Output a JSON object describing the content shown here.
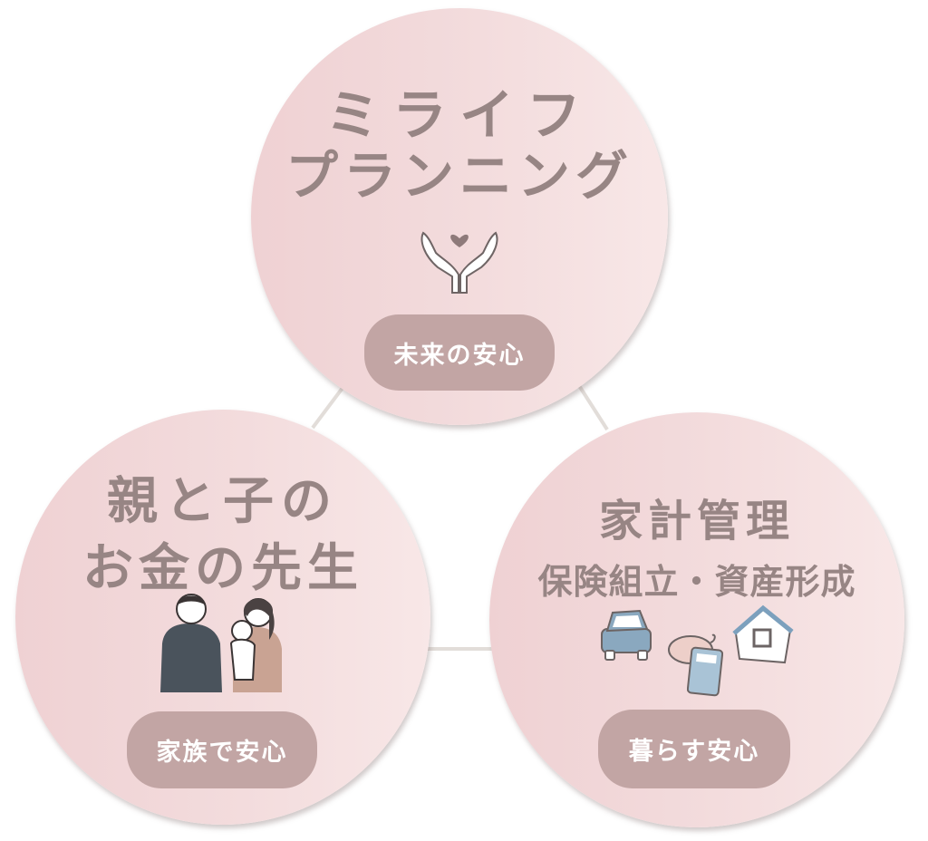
{
  "circles": {
    "top": {
      "title_line1": "ミライフ",
      "title_line2": "プランニング",
      "badge": "未来の安心",
      "icon": "hands-heart-icon"
    },
    "left": {
      "title_line1": "親と子の",
      "title_line2": "お金の先生",
      "badge": "家族で安心",
      "icon": "family-icon"
    },
    "right": {
      "title_line1": "家計管理",
      "title_line2": "保険組立・資産形成",
      "badge": "暮らす安心",
      "icons": [
        "car-icon",
        "piggy-bank-icon",
        "calculator-icon",
        "house-icon"
      ]
    }
  },
  "colors": {
    "circle_left": "#efd1d3",
    "circle_right": "#f8e7e7",
    "text": "#978584",
    "badge": "#c2a5a4",
    "connector": "#e2ddd9"
  }
}
